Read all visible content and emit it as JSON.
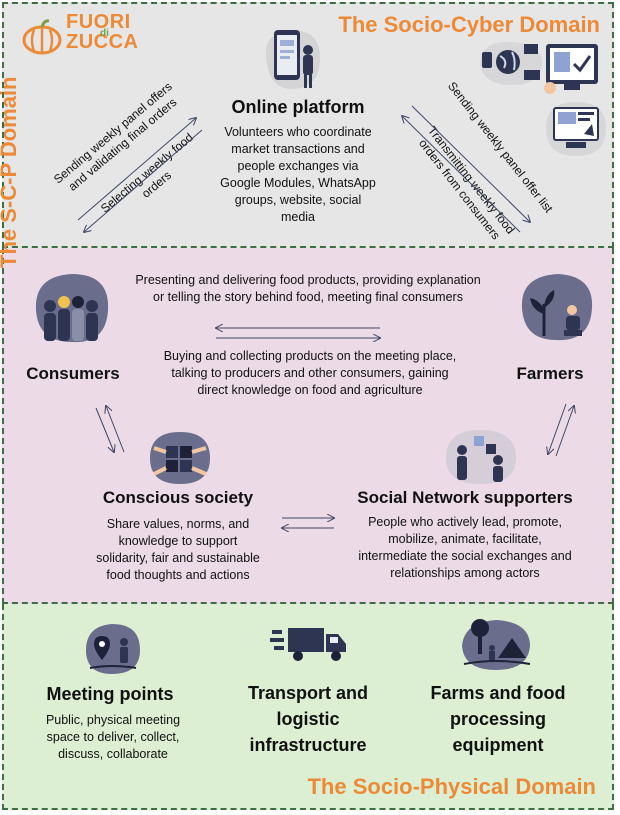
{
  "logo": {
    "line1": "FUORI",
    "line2": "ZUCCA",
    "di": "di"
  },
  "domains": {
    "cyber": "The Socio-Cyber Domain",
    "scp": "The S-C-P Domain",
    "physical": "The Socio-Physical Domain"
  },
  "cyber": {
    "platform_title": "Online platform",
    "platform_desc": [
      "Volunteers who coordinate",
      "market transactions and",
      "people exchanges via",
      "Google Modules, WhatsApp",
      "groups, website, social",
      "media"
    ],
    "left_arrow_top": [
      "Sending weekly panel offers",
      "and validating final orders"
    ],
    "left_arrow_bottom": [
      "Selecting weekly food",
      "orders"
    ],
    "right_arrow_top": [
      "Sending weekly panel offer list"
    ],
    "right_arrow_bottom": [
      "Transmitting weekly food",
      "orders from consumers"
    ]
  },
  "scp": {
    "top_text": [
      "Presenting and delivering food products, providing explanation",
      "or telling the story behind food, meeting final consumers"
    ],
    "middle_text": [
      "Buying and collecting products on the meeting place,",
      "talking to producers and other consumers, gaining",
      "direct knowledge on food and agriculture"
    ],
    "consumers": "Consumers",
    "farmers": "Farmers",
    "conscious_title": "Conscious society",
    "conscious_desc": [
      "Share values, norms, and",
      "knowledge to support",
      "solidarity, fair and sustainable",
      "food thoughts and actions"
    ],
    "snet_title": "Social Network supporters",
    "snet_desc": [
      "People who actively lead, promote,",
      "mobilize, animate, facilitate,",
      "intermediate the social exchanges and",
      "relationships among actors"
    ]
  },
  "physical": {
    "meeting_title": "Meeting points",
    "meeting_desc": [
      "Public, physical meeting",
      "space to deliver, collect,",
      "discuss, collaborate"
    ],
    "transport_title": [
      "Transport and",
      "logistic",
      "infrastructure"
    ],
    "farms_title": [
      "Farms and food",
      "processing",
      "equipment"
    ]
  },
  "colors": {
    "orange": "#ec8a37",
    "cyber_bg": "#e6e6e6",
    "scp_bg": "#ecdbe6",
    "physical_bg": "#dcefd2",
    "border": "#3f6e45",
    "icon_navy": "#2d3552",
    "blob": "#6a6e8c"
  },
  "icons": [
    "pumpkin-icon",
    "smartphone-icon",
    "world-devices-icon",
    "user-screen-icon",
    "web-pages-icon",
    "consumers-group-icon",
    "farmer-plants-icon",
    "puzzle-hands-icon",
    "team-puzzle-icon",
    "map-pin-person-icon",
    "delivery-truck-icon",
    "farm-tent-icon"
  ]
}
